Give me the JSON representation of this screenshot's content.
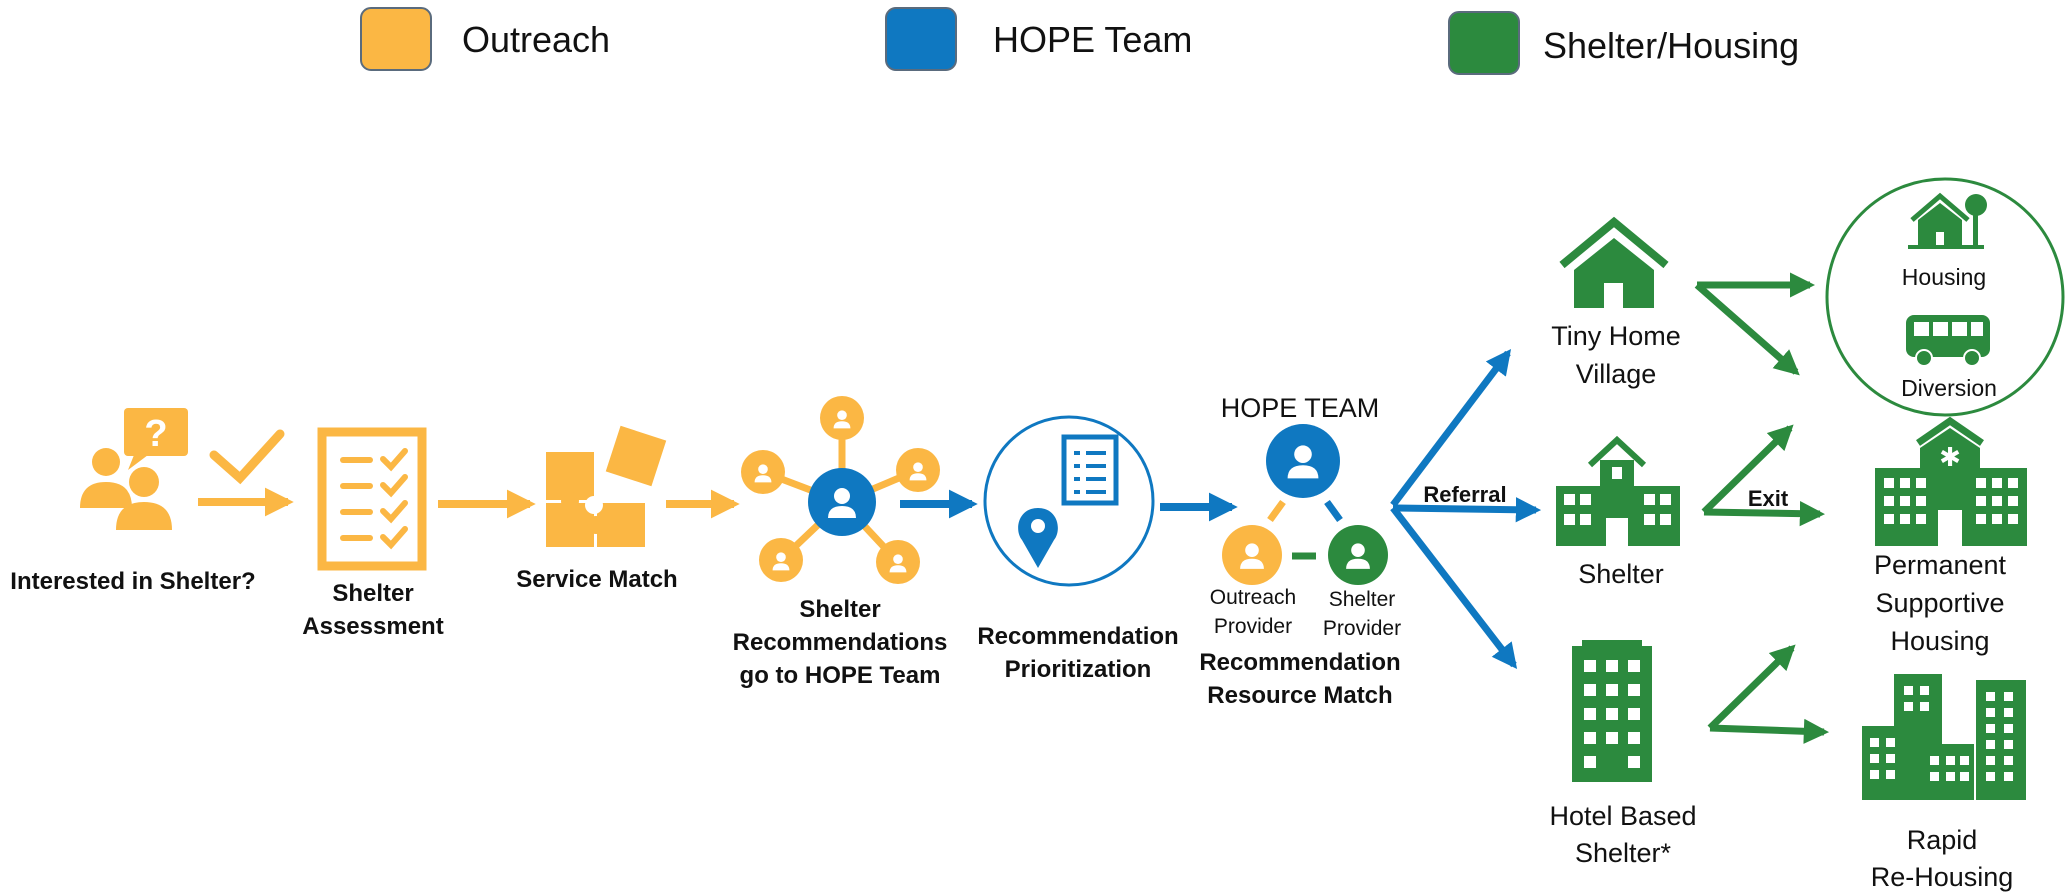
{
  "colors": {
    "outreach": "#FBB744",
    "hope": "#0F78C1",
    "shelter": "#2C8A3E",
    "text": "#111111"
  },
  "legend": [
    {
      "label": "Outreach",
      "color_key": "outreach"
    },
    {
      "label": "HOPE Team",
      "color_key": "hope"
    },
    {
      "label": "Shelter/Housing",
      "color_key": "shelter"
    }
  ],
  "steps": {
    "interested": {
      "label": "Interested in Shelter?",
      "icon": "people-question-icon"
    },
    "assessment": {
      "label_line1": "Shelter",
      "label_line2": "Assessment",
      "icon": "checklist-icon"
    },
    "service_match": {
      "label": "Service Match",
      "icon": "puzzle-icon"
    },
    "recommendations": {
      "label_line1": "Shelter",
      "label_line2": "Recommendations",
      "label_line3": "go to HOPE Team",
      "icon": "network-people-icon"
    },
    "prioritization": {
      "label_line1": "Recommendation",
      "label_line2": "Prioritization",
      "icon": "map-pin-document-icon"
    },
    "resource_match": {
      "title": "HOPE TEAM",
      "outreach_line1": "Outreach",
      "outreach_line2": "Provider",
      "shelter_line1": "Shelter",
      "shelter_line2": "Provider",
      "label_line1": "Recommendation",
      "label_line2": "Resource Match",
      "icon": "team-triad-icon"
    }
  },
  "referral_label": "Referral",
  "exit_label": "Exit",
  "shelters": {
    "tiny_home": {
      "label_line1": "Tiny Home",
      "label_line2": "Village",
      "icon": "house-icon"
    },
    "shelter": {
      "label": "Shelter",
      "icon": "shelter-building-icon"
    },
    "hotel": {
      "label_line1": "Hotel Based",
      "label_line2": "Shelter*",
      "icon": "hotel-icon"
    }
  },
  "outcomes": {
    "housing": {
      "label": "Housing",
      "icon": "house-tree-icon"
    },
    "diversion": {
      "label": "Diversion",
      "icon": "bus-icon"
    },
    "psh": {
      "label_line1": "Permanent",
      "label_line2": "Supportive",
      "label_line3": "Housing",
      "icon": "hospital-icon"
    },
    "rrh": {
      "label_line1": "Rapid",
      "label_line2": "Re-Housing",
      "icon": "city-buildings-icon"
    }
  }
}
